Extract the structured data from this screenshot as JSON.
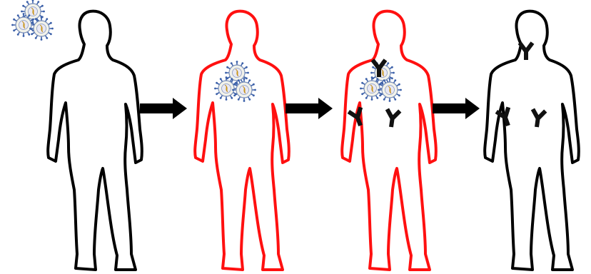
{
  "colors": {
    "healthy_outline": "#000000",
    "infected_outline": "#ff1010",
    "arrow": "#000000",
    "antibody": "#111111",
    "virus_body": "#f2f2ea",
    "virus_core": "#f0c418",
    "virus_nucleus": "#e8e8f4",
    "virus_spikes": "#3a5fa8"
  },
  "stages": [
    {
      "name": "exposure",
      "state": "healthy",
      "virus_location": "outside",
      "antibodies": 0
    },
    {
      "name": "infection",
      "state": "infected",
      "virus_location": "inside",
      "antibodies": 0
    },
    {
      "name": "immune-response",
      "state": "infected",
      "virus_location": "inside",
      "antibodies": 3
    },
    {
      "name": "immunity",
      "state": "recovered",
      "virus_location": "none",
      "antibodies": 3
    }
  ],
  "icons": {
    "person": "person-silhouette-icon",
    "virus": "virus-icon",
    "antibody": "antibody-icon",
    "arrow": "arrow-right-icon"
  }
}
